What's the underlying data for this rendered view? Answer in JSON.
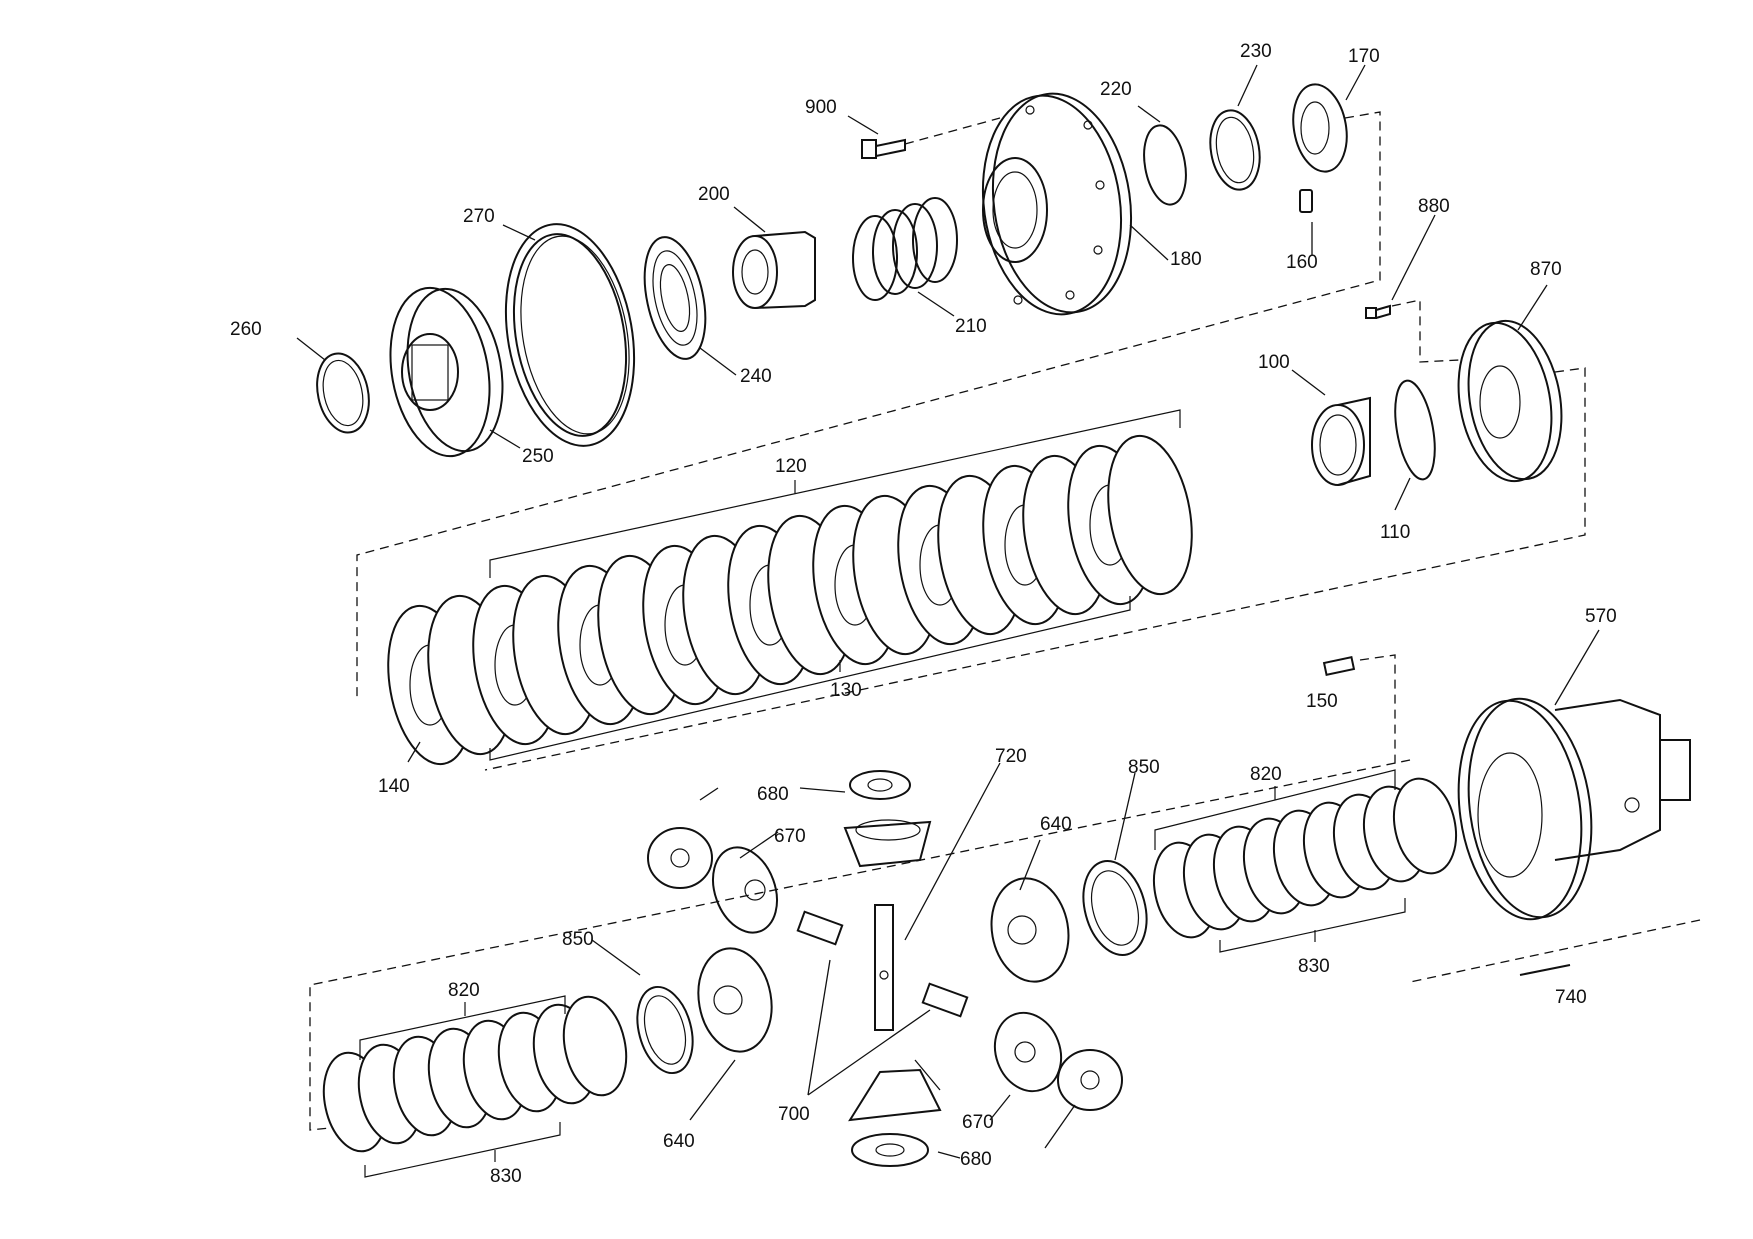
{
  "callouts": [
    {
      "id": "c900",
      "text": "900"
    },
    {
      "id": "c220",
      "text": "220"
    },
    {
      "id": "c230",
      "text": "230"
    },
    {
      "id": "c170",
      "text": "170"
    },
    {
      "id": "c200",
      "text": "200"
    },
    {
      "id": "c270",
      "text": "270"
    },
    {
      "id": "c260",
      "text": "260"
    },
    {
      "id": "c250",
      "text": "250"
    },
    {
      "id": "c240",
      "text": "240"
    },
    {
      "id": "c210",
      "text": "210"
    },
    {
      "id": "c180",
      "text": "180"
    },
    {
      "id": "c160",
      "text": "160"
    },
    {
      "id": "c880",
      "text": "880"
    },
    {
      "id": "c870",
      "text": "870"
    },
    {
      "id": "c100",
      "text": "100"
    },
    {
      "id": "c110",
      "text": "110"
    },
    {
      "id": "c120",
      "text": "120"
    },
    {
      "id": "c130",
      "text": "130"
    },
    {
      "id": "c140",
      "text": "140"
    },
    {
      "id": "c570",
      "text": "570"
    },
    {
      "id": "c150",
      "text": "150"
    },
    {
      "id": "c720",
      "text": "720"
    },
    {
      "id": "c680a",
      "text": "680"
    },
    {
      "id": "c670a",
      "text": "670"
    },
    {
      "id": "c640a",
      "text": "640"
    },
    {
      "id": "c850a",
      "text": "850"
    },
    {
      "id": "c820a",
      "text": "820"
    },
    {
      "id": "c830a",
      "text": "830"
    },
    {
      "id": "c740",
      "text": "740"
    },
    {
      "id": "c850b",
      "text": "850"
    },
    {
      "id": "c820b",
      "text": "820"
    },
    {
      "id": "c830b",
      "text": "830"
    },
    {
      "id": "c640b",
      "text": "640"
    },
    {
      "id": "c700",
      "text": "700"
    },
    {
      "id": "c670b",
      "text": "670"
    },
    {
      "id": "c680b",
      "text": "680"
    }
  ]
}
